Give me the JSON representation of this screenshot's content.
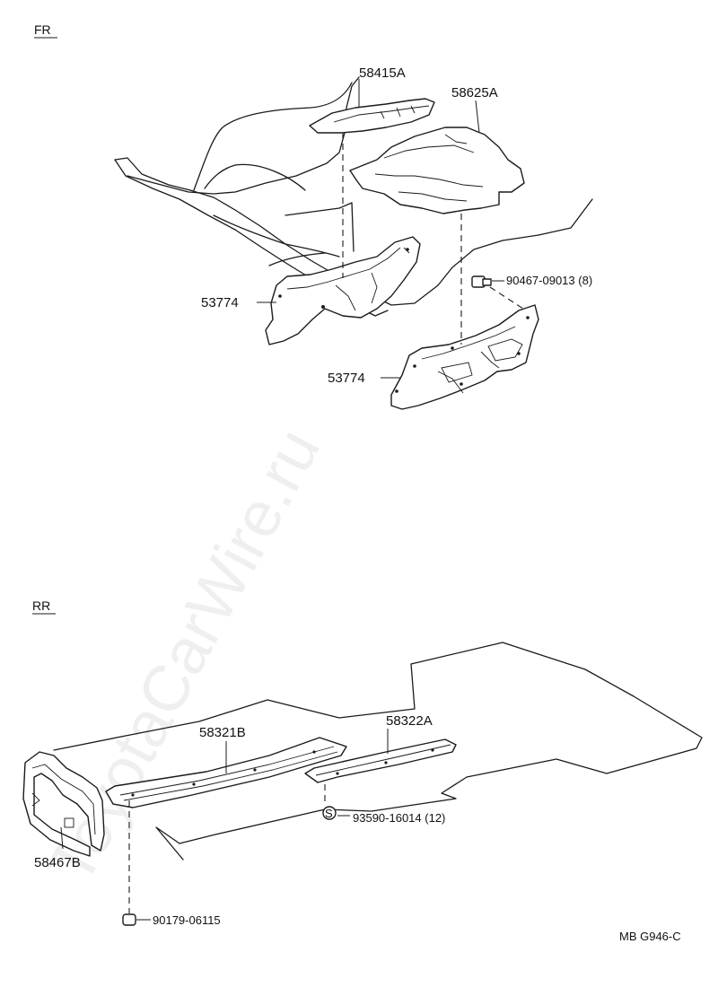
{
  "sections": {
    "front": "FR",
    "rear": "RR"
  },
  "watermark": "ToyotaCarWire.ru",
  "diagram_code": "MB G946-C",
  "parts": {
    "p58415A": {
      "number": "58415A"
    },
    "p58625A": {
      "number": "58625A"
    },
    "p90467": {
      "number": "90467-09013",
      "qty": "(8)"
    },
    "p53774_left": {
      "number": "53774"
    },
    "p53774_right": {
      "number": "53774"
    },
    "p58321B": {
      "number": "58321B"
    },
    "p58322A": {
      "number": "58322A"
    },
    "p93590": {
      "number": "93590-16014",
      "qty": "(12)",
      "symbol": "S"
    },
    "p58467B": {
      "number": "58467B"
    },
    "p90179": {
      "number": "90179-06115"
    }
  }
}
